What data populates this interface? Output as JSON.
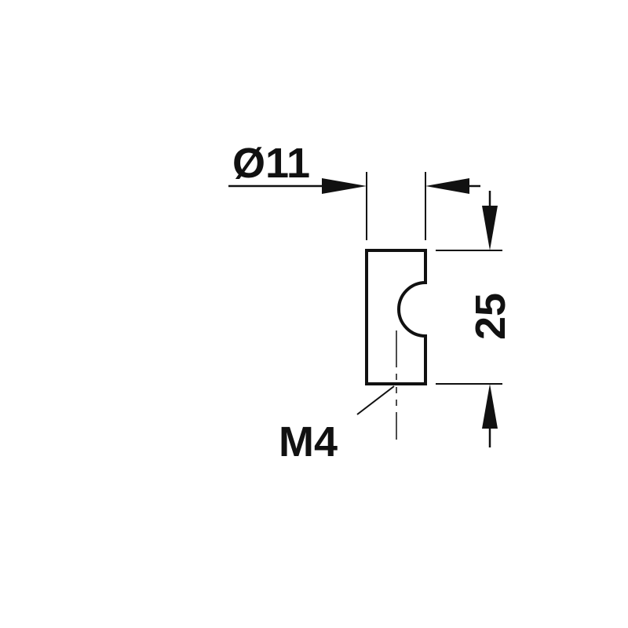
{
  "drawing": {
    "diameter_label": "Ø11",
    "height_label": "25",
    "thread_label": "M4"
  },
  "colors": {
    "line": "#111111",
    "background": "#ffffff"
  }
}
